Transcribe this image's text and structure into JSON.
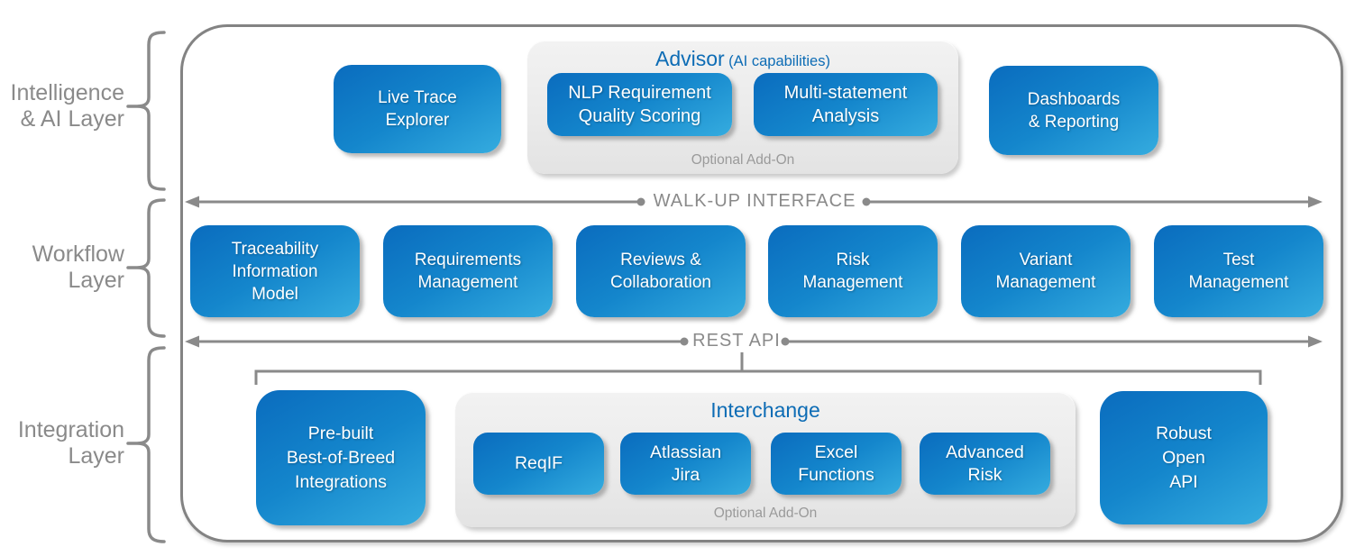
{
  "layer_labels": [
    {
      "line1": "Intelligence",
      "line2": "& AI Layer"
    },
    {
      "line1": "Workflow",
      "line2": "Layer"
    },
    {
      "line1": "Integration",
      "line2": "Layer"
    }
  ],
  "colors": {
    "box_gradient_start": "#0a6cbe",
    "box_gradient_end": "#35acdf",
    "panel_title_blue": "#0d6cb5",
    "gray_lines_text": "#8a8a8a",
    "panel_gray": "#eaeaea"
  },
  "intelligence_layer": {
    "live_trace": {
      "lines": [
        "Live Trace",
        "Explorer"
      ]
    },
    "advisor": {
      "title": "Advisor",
      "subtitle": "(AI capabilities)",
      "boxes": [
        {
          "lines": [
            "NLP Requirement",
            "Quality Scoring"
          ]
        },
        {
          "lines": [
            "Multi-statement",
            "Analysis"
          ]
        }
      ],
      "footnote": "Optional Add-On"
    },
    "dashboards": {
      "lines": [
        "Dashboards",
        "& Reporting"
      ]
    }
  },
  "walk_up_interface": {
    "label": "WALK-UP INTERFACE"
  },
  "workflow_layer": {
    "boxes": [
      {
        "lines": [
          "Traceability",
          "Information",
          "Model"
        ]
      },
      {
        "lines": [
          "Requirements",
          "Management"
        ]
      },
      {
        "lines": [
          "Reviews &",
          "Collaboration"
        ]
      },
      {
        "lines": [
          "Risk",
          "Management"
        ]
      },
      {
        "lines": [
          "Variant",
          "Management"
        ]
      },
      {
        "lines": [
          "Test",
          "Management"
        ]
      }
    ]
  },
  "rest_api": {
    "label": "REST API"
  },
  "integration_layer": {
    "prebuilt": {
      "lines": [
        "Pre-built",
        "Best-of-Breed",
        "Integrations"
      ]
    },
    "interchange": {
      "title": "Interchange",
      "boxes": [
        {
          "lines": [
            "ReqIF"
          ]
        },
        {
          "lines": [
            "Atlassian",
            "Jira"
          ]
        },
        {
          "lines": [
            "Excel",
            "Functions"
          ]
        },
        {
          "lines": [
            "Advanced",
            "Risk"
          ]
        }
      ],
      "footnote": "Optional Add-On"
    },
    "robust_api": {
      "lines": [
        "Robust",
        "Open",
        "API"
      ]
    }
  }
}
